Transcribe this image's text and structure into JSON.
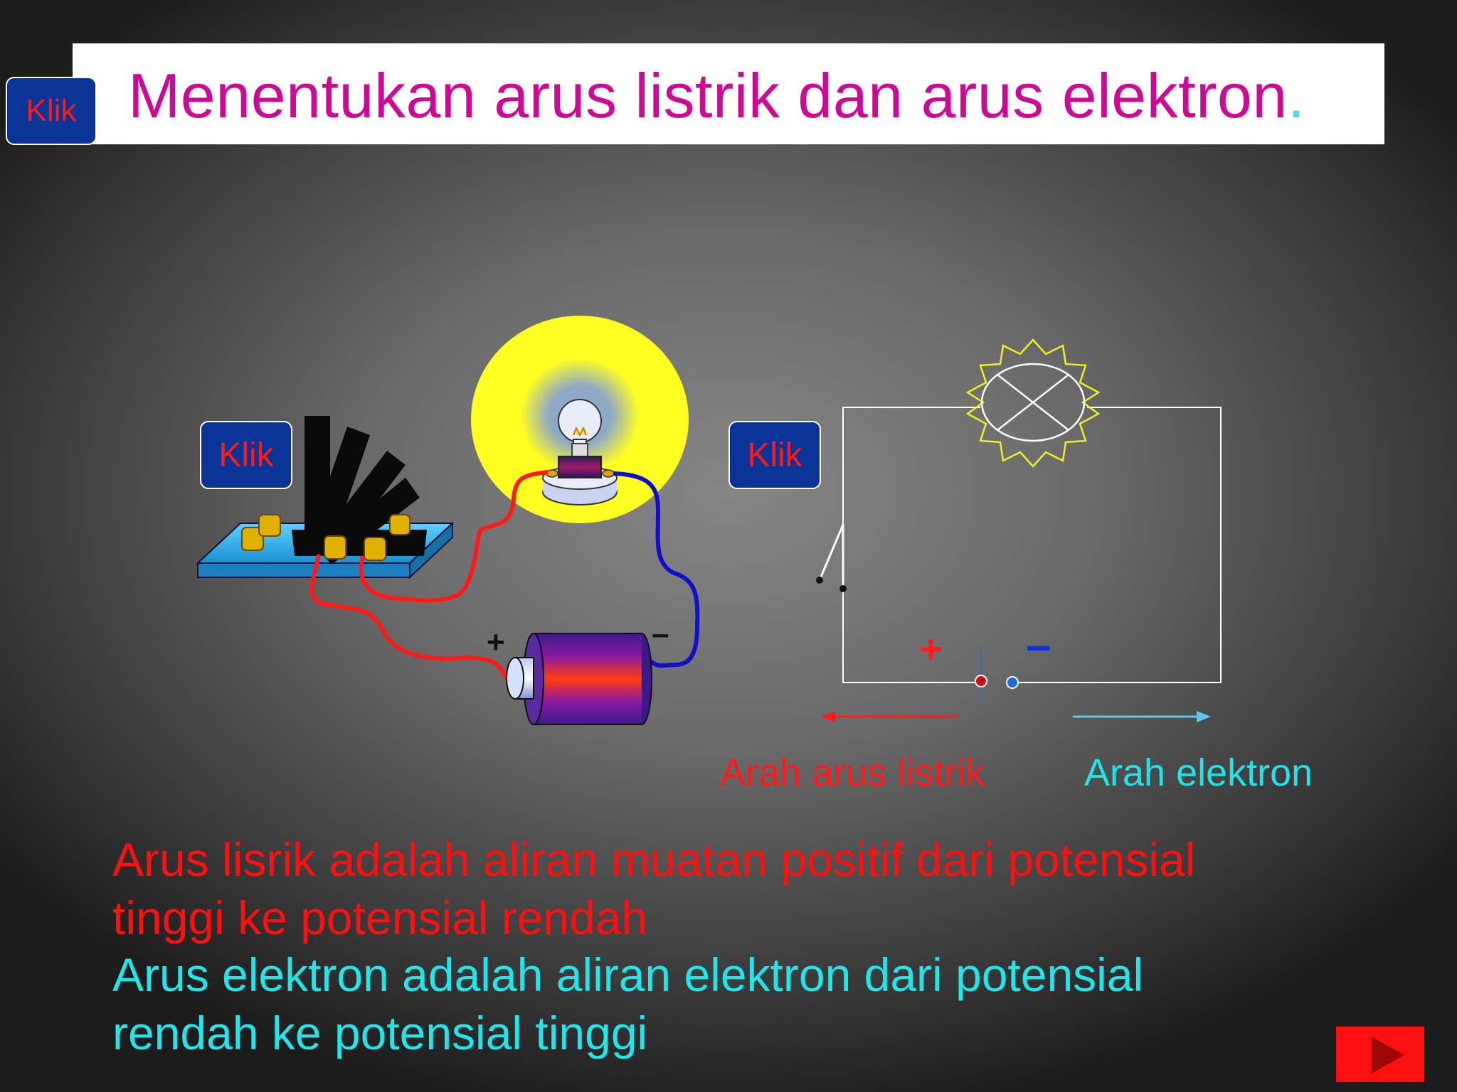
{
  "header": {
    "title": "Menentukan arus listrik dan arus elektron",
    "title_period": ".",
    "title_color": "#cc0a96"
  },
  "buttons": {
    "klik_top": "Klik",
    "klik_left": "Klik",
    "klik_right": "Klik"
  },
  "illustration": {
    "battery_plus": "+",
    "battery_minus": "–",
    "bulb_glow_color": "#ffff22",
    "positive_wire_color": "#ff1a1a",
    "negative_wire_color": "#1010cc"
  },
  "circuit": {
    "plus": "+",
    "minus": "–",
    "current_arrow_color": "#ff1a1a",
    "electron_arrow_color": "#60c8f0"
  },
  "labels": {
    "current_direction": "Arah arus listrik",
    "electron_direction": "Arah elektron"
  },
  "definitions": {
    "current_line1": "Arus lisrik adalah aliran muatan positif dari potensial",
    "current_line2": "tinggi ke potensial rendah",
    "electron_line1": "Arus elektron adalah aliran elektron dari potensial",
    "electron_line2": "rendah ke potensial tinggi"
  },
  "navigation": {
    "next_icon": "play-triangle-icon",
    "next_color": "#ff1010"
  }
}
